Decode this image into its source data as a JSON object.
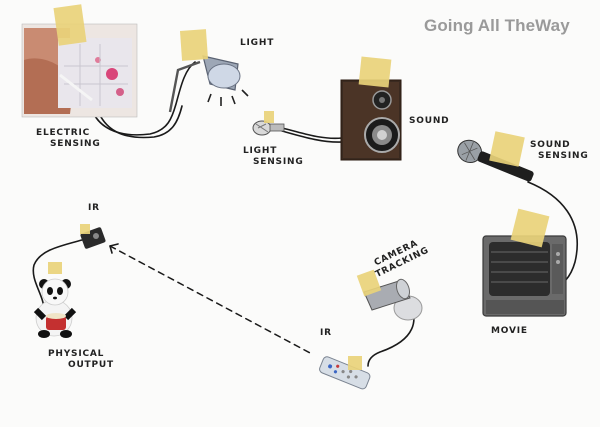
{
  "title": "Going All TheWay",
  "labels": {
    "electric_line1": "ELECTRIC",
    "electric_line2": "SENSING",
    "light": "LIGHT",
    "light_sensing_line1": "LIGHT",
    "light_sensing_line2": "SENSING",
    "sound": "SOUND",
    "sound_sensing_line1": "SOUND",
    "sound_sensing_line2": "SENSING",
    "camera_line1": "CAMERA",
    "camera_line2": "TRACKING",
    "movie": "MOVIE",
    "ir_top": "IR",
    "ir_bottom": "IR",
    "physical_line1": "PHYSICAL",
    "physical_line2": "OUTPUT"
  },
  "colors": {
    "tape": "#e9d27a",
    "wire": "#1a1a1a",
    "label": "#222222",
    "title": "#9a9a9a"
  },
  "icons": {
    "electric": "hand-circuit-photo",
    "lamp": "desk-lamp-icon",
    "light_sensor": "light-sensor-icon",
    "speaker": "speaker-icon",
    "microphone": "microphone-icon",
    "tv": "television-icon",
    "camera": "camera-icon",
    "remote": "remote-control-icon",
    "ir_emitter": "ir-emitter-icon",
    "panda": "panda-toy-icon"
  }
}
